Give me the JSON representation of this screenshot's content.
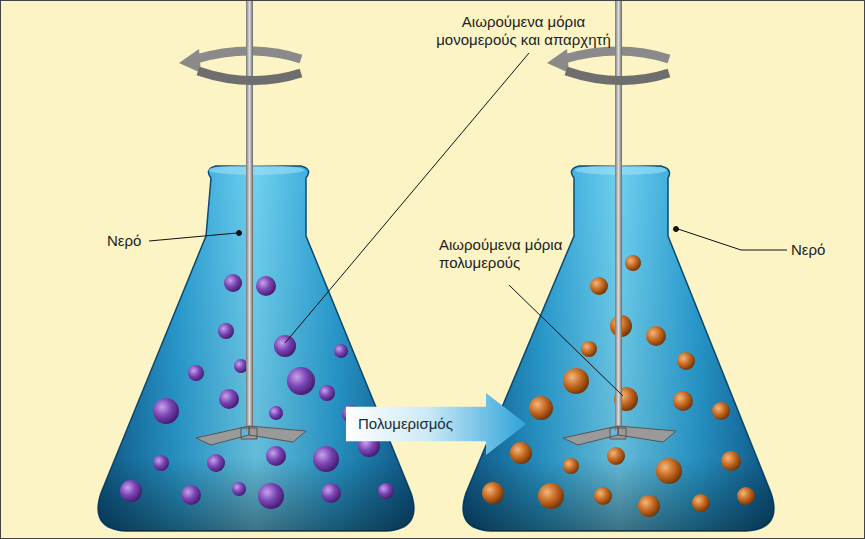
{
  "diagram": {
    "nodes": [
      {
        "text": [
          "Πολυμερισμός"
        ]
      }
    ],
    "labels": [
      "Αιωρούμενα μόρια μονομερούς και απαρχητή",
      "Νερό",
      "Αιωρούμενα μόρια πολυμερούς",
      "Νερό"
    ]
  }
}
